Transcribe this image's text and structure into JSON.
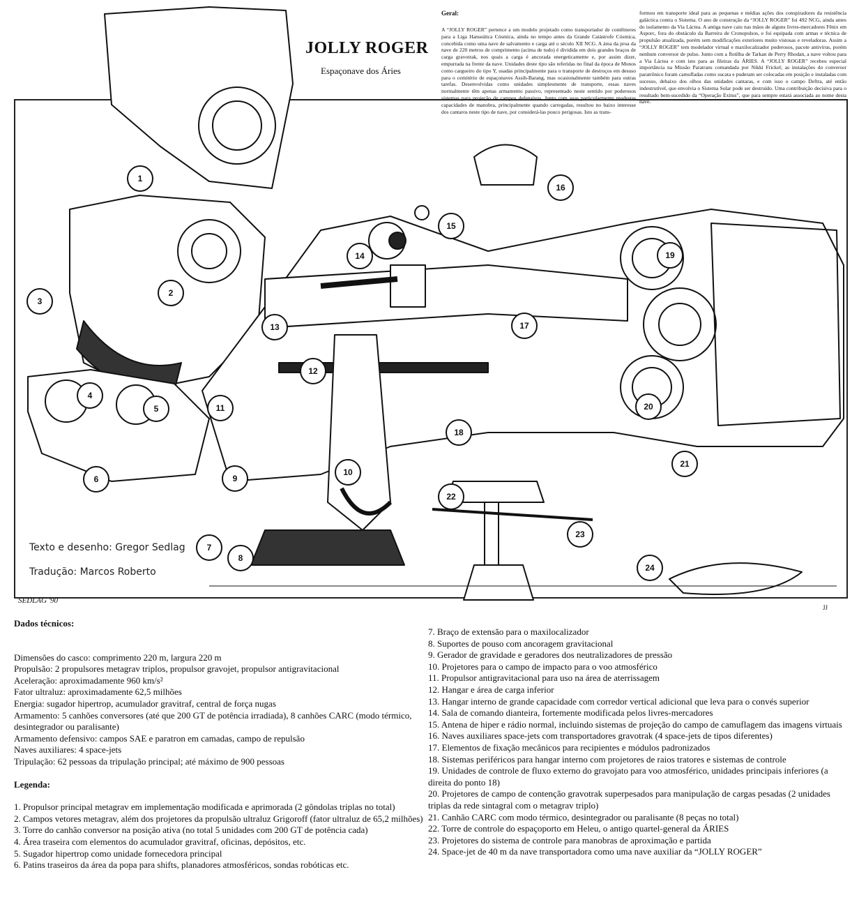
{
  "header": {
    "title": "JOLLY ROGER",
    "subtitle": "Espaçonave dos Áries"
  },
  "geral": {
    "heading": "Geral:",
    "col1": "A “JOLLY ROGER” pertence a um modelo projetado como transportador de contêineres para a Liga Hanseática Cósmica, ainda no tempo antes da Grande Catástrofe Cósmica, concebida como uma nave de salvamento e carga até o século XII NCG. A área da proa da nave de 220 metros de comprimento (acima de tudo) é dividida em dois grandes braços de carga gravotrak, nos quais a carga é ancorada energeticamente e, por assim dizer, empurrada na frente da nave. Unidades deste tipo são referidas no final da época de Monos como cargueiro do tipo Y, usadas principalmente para o transporte de destroços em desuso para o cemitério de espaçonaves Assih-Barang, mas ocasionalmente também para outras tarefas. Desenvolvidas como unidades simplesmente de transporte, essas naves normalmente têm apenas armamento passivo, representado neste sentido por poderosos sistemas para projeção de campos defensivos. Junto com suas particularmente modestas capacidades de manobra, principalmente quando carregadas, resultou no baixo interesse dos cantaros neste tipo de nave, por considerá-las pouco perigosas. Isto as trans-",
    "col2": "formou em transporte ideal para as pequenas e médias ações dos conspiradores da resistência galáctica contra o Sistema. O ano de construção da “JOLLY ROGER” foi 492 NCG, ainda antes do isolamento da Via Láctea. A antiga nave caiu nas mãos de alguns livres-mercadores Fênix em Asporc, fora do obstáculo da Barreira de Cronopulsos, e foi equipada com armas e técnica de propulsão atualizada, porém sem modificações exteriores muito vistosas e reveladoras. Assim a “JOLLY ROGER” tem modelador virtual e maxilocalizador poderosos, pacote antivírus, porém nenhum conversor de pulso. Junto com a flotilha de Tarkan de Perry Rhodan, a nave voltou para a Via Láctea e com isto para as fileiras da ÁRIES. A “JOLLY ROGER” recebeu especial importância na Missão Paratrans comandada por Nikki Frickel; as instalações do conversor paratrônico foram camufladas como sucata e puderam ser colocadas em posição e instaladas com sucesso, debaixo dos olhos das unidades cantaras, e com isso o campo Deftra, até então indestrutível, que envolvia o Sistema Solar pode ser destruído. Uma contribuição decisiva para o resultado bem-sucedido da “Operação Exitus”, que para sempre estará associada ao nome desta nave."
  },
  "credits": {
    "text": "Texto e desenho: Gregor Sedlag",
    "translation": "Tradução: Marcos Roberto",
    "signature": "SEDLAG '90",
    "initials": "JJ"
  },
  "callouts": [
    "1",
    "2",
    "3",
    "4",
    "5",
    "6",
    "7",
    "8",
    "9",
    "10",
    "11",
    "12",
    "13",
    "14",
    "15",
    "16",
    "17",
    "18",
    "19",
    "20",
    "21",
    "22",
    "23",
    "24"
  ],
  "dados": {
    "heading": "Dados técnicos:",
    "lines": [
      "Dimensões do casco: comprimento 220 m, largura 220 m",
      "Propulsão: 2 propulsores metagrav triplos, propulsor gravojet, propulsor antigravitacional",
      "Aceleração: aproximadamente 960 km/s²",
      "Fator ultraluz: aproximadamente 62,5 milhões",
      "Energia: sugador hipertrop, acumulador gravitraf, central de força nugas",
      "Armamento: 5 canhões conversores (até que 200 GT de potência irradiada), 8 canhões CARC (modo térmico, desintegrador ou paralisante)",
      "Armamento defensivo: campos SAE e paratron em camadas, campo de repulsão",
      "Naves auxiliares: 4 space-jets",
      "Tripulação: 62 pessoas da tripulação principal; até máximo de 900 pessoas"
    ]
  },
  "legenda": {
    "heading": "Legenda:",
    "left": [
      "1. Propulsor principal metagrav em implementação modificada e aprimorada (2 gôndolas triplas no total)",
      "2. Campos vetores metagrav, além dos projetores da propulsão ultraluz Grigoroff (fator ultraluz de 65,2 milhões)",
      "3. Torre do canhão conversor na posição ativa (no total 5 unidades com 200 GT de potência cada)",
      "4. Área traseira com elementos do acumulador gravitraf, oficinas, depósitos, etc.",
      "5. Sugador hipertrop como unidade fornecedora principal",
      "6. Patins traseiros da área da popa para shifts, planadores atmosféricos, sondas robóticas etc."
    ],
    "right": [
      "7. Braço de extensão para o maxilocalizador",
      "8. Suportes de pouso com ancoragem gravitacional",
      "9. Gerador de gravidade e geradores dos neutralizadores de pressão",
      "10. Projetores para o campo de impacto para o voo atmosférico",
      "11. Propulsor antigravitacional para uso na área de aterrissagem",
      "12. Hangar e área de carga inferior",
      "13. Hangar interno de grande capacidade com corredor vertical adicional que leva para o convés superior",
      "14. Sala de comando dianteira, fortemente modificada pelos livres-mercadores",
      "15. Antena de hiper e rádio normal, incluindo sistemas de projeção do campo de camuflagem das imagens virtuais",
      "16. Naves auxiliares space-jets com transportadores gravotrak (4 space-jets de tipos diferentes)",
      "17. Elementos de fixação mecânicos para recipientes e módulos padronizados",
      "18. Sistemas periféricos para hangar interno com projetores de raios tratores e sistemas de controle",
      "19. Unidades de controle de fluxo externo do gravojato para voo atmosférico, unidades principais inferiores (a direita do ponto 18)",
      "20. Projetores de campo de contenção gravotrak superpesados para manipulação de cargas pesadas (2 unidades triplas da rede sintagral com o metagrav triplo)",
      "21. Canhão CARC com modo térmico, desintegrador ou paralisante (8 peças no total)",
      "22. Torre de controle do espaçoporto em Heleu, o antigo quartel-general da ÁRIES",
      "23. Projetores do sistema de controle para manobras de aproximação e partida",
      "24. Space-jet de 40 m da nave transportadora como uma nave auxiliar da “JOLLY ROGER”"
    ]
  }
}
